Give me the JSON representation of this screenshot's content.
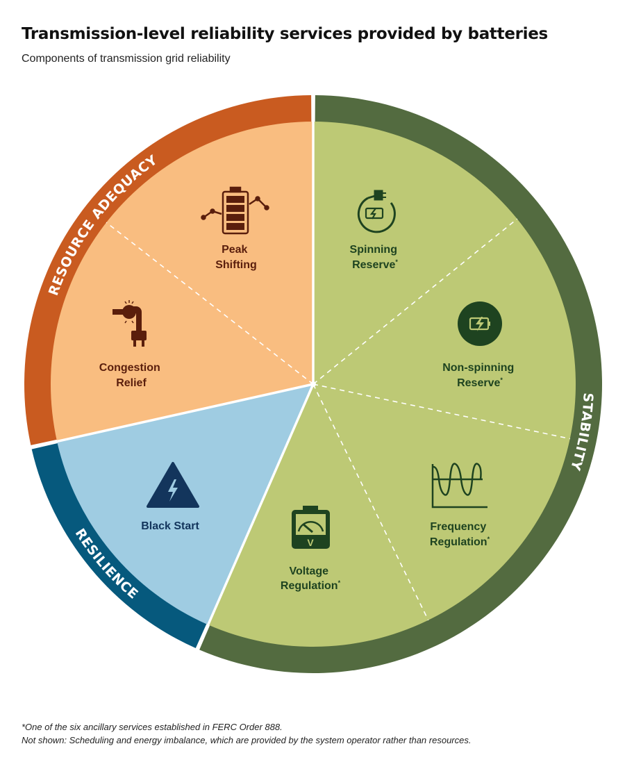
{
  "title": "Transmission-level reliability services provided by batteries",
  "subtitle": "Components of transmission grid reliability",
  "categories": {
    "resource_adequacy": "RESOURCE ADEQUACY",
    "resilience": "RESILIENCE",
    "stability": "STABILITY"
  },
  "services": {
    "peak_shifting": [
      "Peak",
      "Shifting"
    ],
    "congestion_relief": [
      "Congestion",
      "Relief"
    ],
    "black_start": [
      "Black Start"
    ],
    "spinning_reserve": [
      "Spinning",
      "Reserve"
    ],
    "non_spinning_reserve": [
      "Non-spinning",
      "Reserve"
    ],
    "frequency_regulation": [
      "Frequency",
      "Regulation"
    ],
    "voltage_regulation": [
      "Voltage",
      "Regulation"
    ]
  },
  "asterisk": "*",
  "voltmeter_symbol": "V",
  "footnotes": [
    "*One of the six ancillary services established in FERC Order 888.",
    "Not shown: Scheduling and energy imbalance, which are provided by the system operator rather than resources."
  ],
  "colors": {
    "orange_ring": "#C95B20",
    "orange_fill": "#F9BD80",
    "orange_text": "#5A1E0C",
    "blue_ring": "#06597D",
    "blue_fill": "#9FCCE2",
    "blue_text": "#13355C",
    "green_ring": "#536B40",
    "green_fill": "#BDC975",
    "green_text": "#1E4320"
  }
}
